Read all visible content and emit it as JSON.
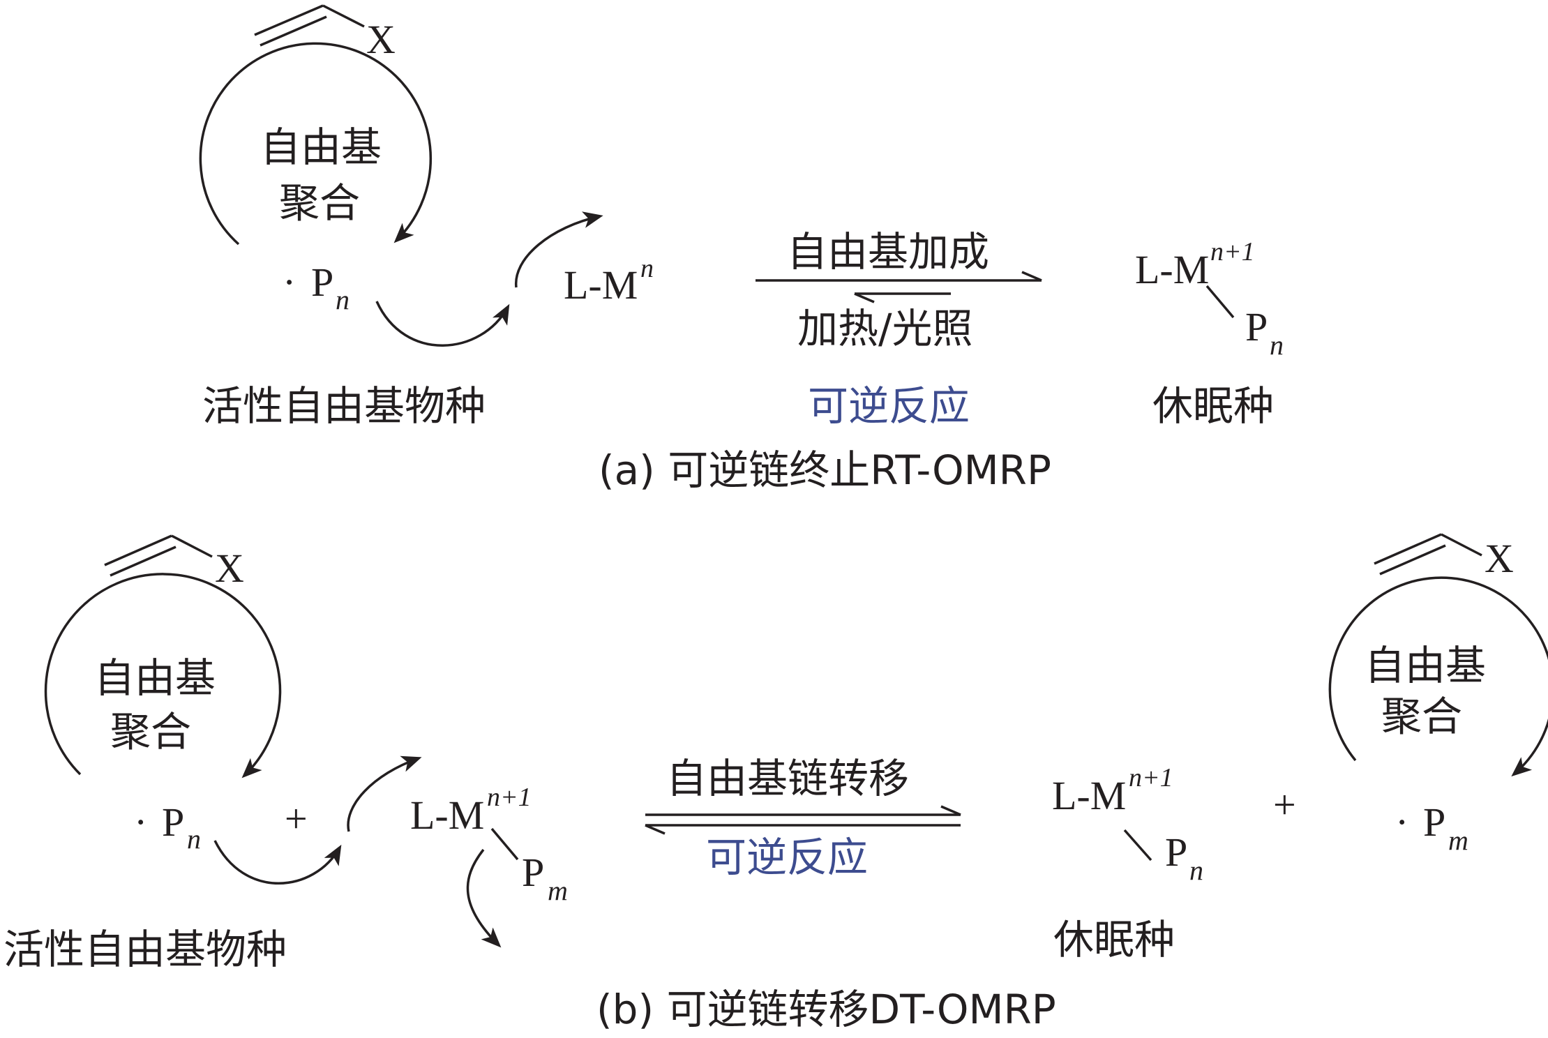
{
  "panel_a": {
    "monomer_x": "X",
    "cycle_line1": "自由基",
    "cycle_line2": "聚合",
    "radical_dot": "·",
    "radical_p": "P",
    "radical_sub": "n",
    "complex_lm": "L-M",
    "complex_sup": "n",
    "arrow_top": "自由基加成",
    "arrow_bottom": "加热/光照",
    "reversible": "可逆反应",
    "dormant_lm": "L-M",
    "dormant_sup": "n+1",
    "dormant_p": "P",
    "dormant_sub": "n",
    "label_active": "活性自由基物种",
    "label_dormant": "休眠种",
    "caption": "(a) 可逆链终止RT-OMRP"
  },
  "panel_b": {
    "monomer_left_x": "X",
    "cycle_left_line1": "自由基",
    "cycle_left_line2": "聚合",
    "radical_left_dot": "·",
    "radical_left_p": "P",
    "radical_left_sub": "n",
    "plus_left": "+",
    "complex_lm": "L-M",
    "complex_sup": "n+1",
    "complex_p": "P",
    "complex_sub": "m",
    "arrow_top": "自由基链转移",
    "reversible": "可逆反应",
    "product_lm": "L-M",
    "product_sup": "n+1",
    "product_p": "P",
    "product_sub": "n",
    "plus_right": "+",
    "monomer_right_x": "X",
    "cycle_right_line1": "自由基",
    "cycle_right_line2": "聚合",
    "radical_right_dot": "·",
    "radical_right_p": "P",
    "radical_right_sub": "m",
    "label_active": "活性自由基物种",
    "label_dormant": "休眠种",
    "caption": "(b) 可逆链转移DT-OMRP"
  },
  "colors": {
    "ink": "#231f20",
    "reaction_blue": "#3d4c8f"
  }
}
